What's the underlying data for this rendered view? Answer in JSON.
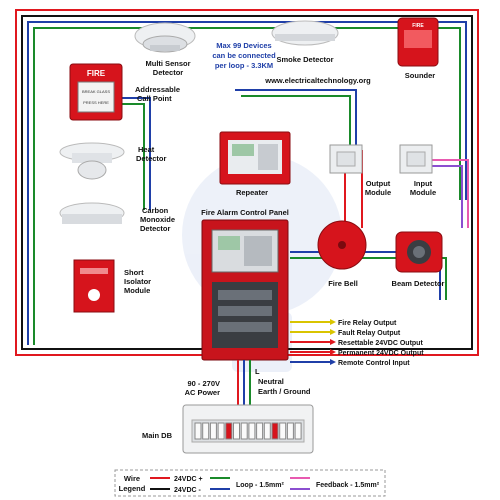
{
  "labels": {
    "multi_sensor": [
      "Multi Sensor",
      "Detector"
    ],
    "smoke": "Smoke Detector",
    "sounder": "Sounder",
    "call_point": [
      "Addressable",
      "Call Point"
    ],
    "heat": [
      "Heat",
      "Detector"
    ],
    "co": [
      "Carbon",
      "Monoxide",
      "Detector"
    ],
    "isolator": [
      "Short",
      "Isolator",
      "Module"
    ],
    "repeater": "Repeater",
    "output_module": [
      "Output",
      "Module"
    ],
    "input_module": [
      "Input",
      "Module"
    ],
    "panel": "Fire Alarm Control Panel",
    "bell": "Fire Bell",
    "beam": "Beam Detector",
    "main_db": "Main DB",
    "ac_power": [
      "90 - 270V",
      "AC Power"
    ],
    "line": "L",
    "neutral": "Neutral",
    "earth": "Earth / Ground",
    "max_devices": [
      "Max 99 Devices",
      "can be connected",
      "per loop - 3.3KM"
    ],
    "website": "www.electricaltechnology.org",
    "fire_sign": "FIRE",
    "call_point_text": [
      "BREAK GLASS",
      "PRESS HERE"
    ]
  },
  "outputs": [
    {
      "label": "Fire Relay Output",
      "color": "#d9c400"
    },
    {
      "label": "Fault Relay Output",
      "color": "#d9c400"
    },
    {
      "label": "Resettable 24VDC Output",
      "color": "#e0181f"
    },
    {
      "label": "Permanent 24VDC Output",
      "color": "#e0181f"
    },
    {
      "label": "Remote Control Input",
      "color": "#1f3fa8"
    }
  ],
  "legend": {
    "wire": "Wire",
    "legend": "Legend",
    "plus": "24VDC +",
    "minus": "24VDC -",
    "loop": "Loop - 1.5mm²",
    "feedback": "Feedback - 1.5mm²"
  },
  "colors": {
    "red": "#e0181f",
    "black": "#111111",
    "blue": "#1f3fa8",
    "green": "#1a8a2a",
    "feedback_pink": "#e85ab0",
    "feedback_violet": "#8b4fd0",
    "panel_red": "#c8141c"
  }
}
